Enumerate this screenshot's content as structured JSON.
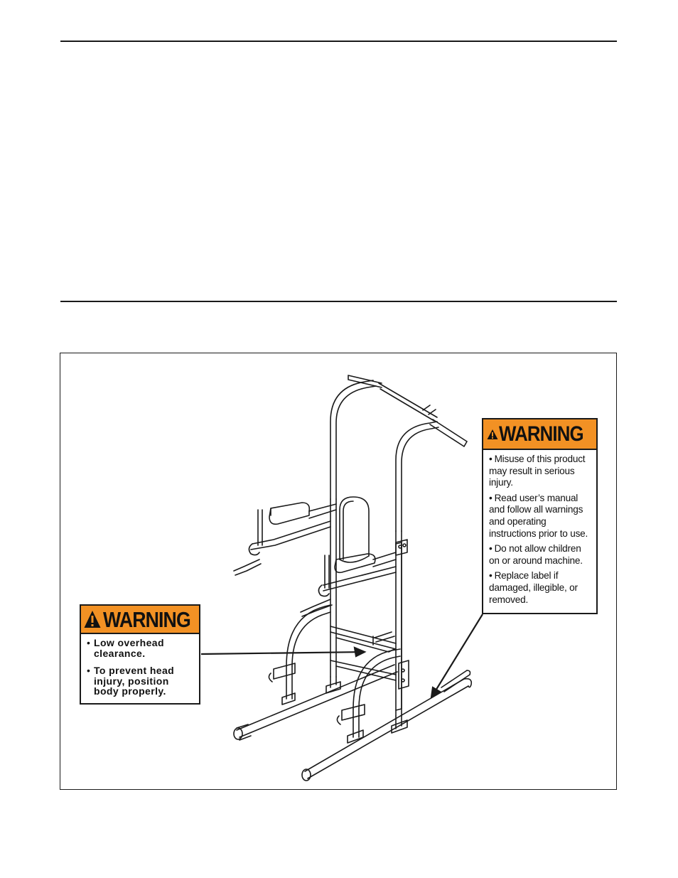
{
  "figure": {
    "label_right": {
      "title": "WARNING",
      "icon": "warning-triangle-icon",
      "bullet": "•",
      "items": [
        "Misuse of this product may result in serious injury.",
        "Read user’s manual and follow all warnings and operating instructions prior to use.",
        "Do not allow children on or around machine.",
        "Replace label if damaged, illegible, or removed."
      ]
    },
    "label_left": {
      "title": "WARNING",
      "icon": "warning-triangle-icon",
      "bullet": "•",
      "items": [
        "Low overhead clearance.",
        "To prevent head injury, position body properly."
      ]
    },
    "colors": {
      "label_header": "#f29124",
      "line": "#1a1a1a"
    }
  }
}
